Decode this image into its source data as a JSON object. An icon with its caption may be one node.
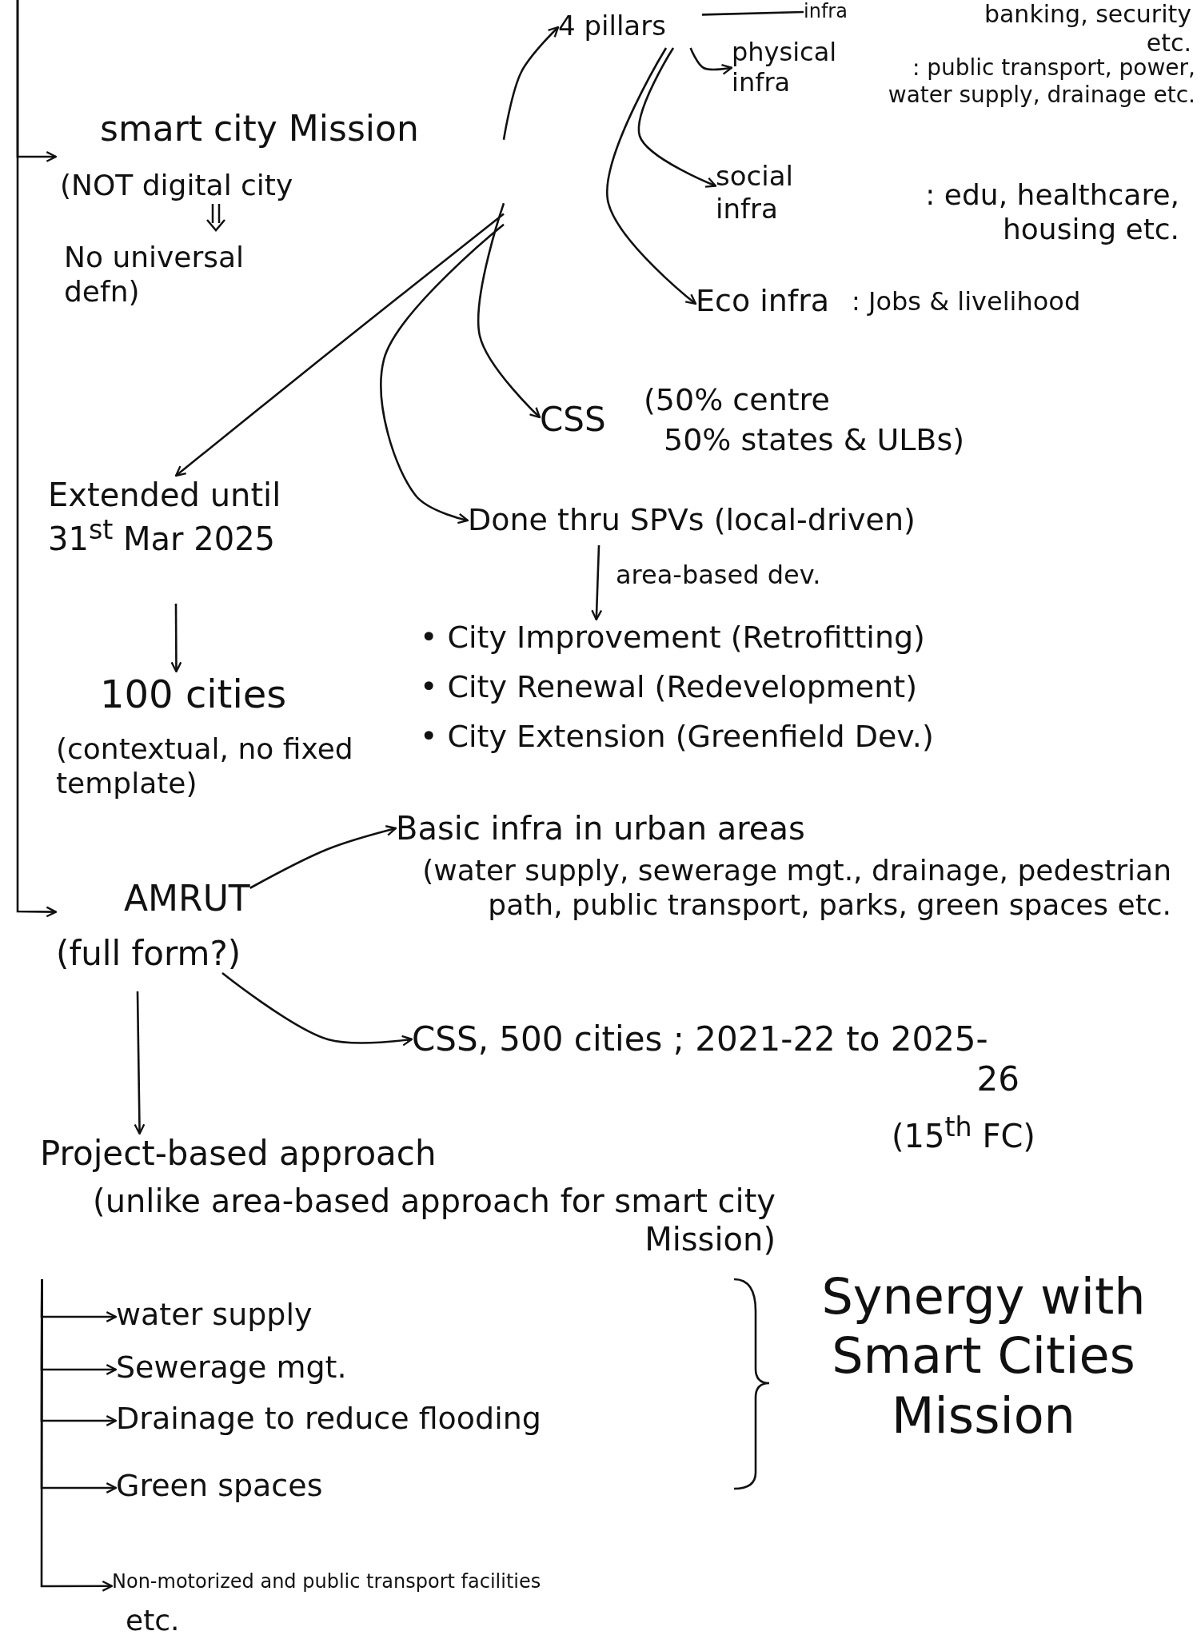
{
  "diagram": {
    "nodes": [
      {
        "text": [
          "smart city Mission",
          "(NOT digital city",
          "No universal defn)"
        ]
      },
      {
        "text": [
          "4 pillars"
        ]
      },
      {
        "text": [
          "infra"
        ]
      },
      {
        "text": [
          "physical infra"
        ],
        "beside": [
          ": public transport, power, water supply, drainage etc."
        ]
      },
      {
        "text": [
          "social infra"
        ],
        "beside": [
          ": edu, healthcare, housing etc."
        ]
      },
      {
        "text": [
          "Eco infra"
        ],
        "beside": [
          ": Jobs & livelihood"
        ]
      },
      {
        "text": [
          "CSS"
        ],
        "beside": [
          "(50% centre",
          "50% states & ULBs)"
        ]
      },
      {
        "text": [
          "Done thru SPVs (local-driven)"
        ]
      },
      {
        "text": [
          "• City Improvement (Retrofitting)",
          "• City Renewal (Redevelopment)",
          "• City Extension (Greenfield Dev.)"
        ]
      },
      {
        "text": [
          "Extended until 31$^{st}$ Mar 2025"
        ]
      },
      {
        "text": [
          "100 cities"
        ],
        "beside": [
          "(contextual, no fixed template)"
        ]
      },
      {
        "text": [
          "AMRUT"
        ],
        "beside": [
          "(full form?)"
        ]
      },
      {
        "text": [
          "Basic infra in urban areas"
        ],
        "beside": [
          "(water supply, sewerage mgt., drainage, pedestrian path, public transport, parks, green spaces etc."
        ]
      },
      {
        "text": [
          "CSS, 500 cities ; 2021-22 to 2025-26"
        ],
        "beside": [
          "(15$^{th}$ FC)"
        ]
      },
      {
        "text": [
          "Project-based approach"
        ],
        "beside": [
          "(unlike area-based approach for smart city Mission)"
        ]
      },
      {
        "text": [
          "water supply"
        ]
      },
      {
        "text": [
          "Sewerage mgt."
        ]
      },
      {
        "text": [
          "Drainage to reduce flooding"
        ]
      },
      {
        "text": [
          "Green spaces"
        ]
      },
      {
        "text": [
          "Non-motorized and public transport facilities"
        ],
        "beside": [
          "etc."
        ]
      },
      {
        "text": [
          "Synergy with Smart Cities Mission"
        ]
      }
    ],
    "edges": [
      {
        "from": 0,
        "to": 1,
        "arrow": "to"
      },
      {
        "from": 1,
        "to": 2,
        "arrow": "none"
      },
      {
        "from": 1,
        "to": 3,
        "arrow": "to"
      },
      {
        "from": 1,
        "to": 4,
        "arrow": "to"
      },
      {
        "from": 1,
        "to": 5,
        "arrow": "to"
      },
      {
        "from": 0,
        "to": 6,
        "arrow": "to"
      },
      {
        "from": 0,
        "to": 7,
        "arrow": "to"
      },
      {
        "from": 0,
        "to": 9,
        "arrow": "to"
      },
      {
        "from": 7,
        "to": 8,
        "arrow": "to",
        "label": "area-based dev."
      },
      {
        "from": 9,
        "to": 10,
        "arrow": "to"
      },
      {
        "from": null,
        "to": 0,
        "arrow": "to"
      },
      {
        "from": null,
        "to": 11,
        "arrow": "to"
      },
      {
        "from": 11,
        "to": 12,
        "arrow": "to"
      },
      {
        "from": 11,
        "to": 13,
        "arrow": "to"
      },
      {
        "from": 11,
        "to": 14,
        "arrow": "to"
      },
      {
        "from": 14,
        "to": 15,
        "arrow": "to"
      },
      {
        "from": 14,
        "to": 16,
        "arrow": "to"
      },
      {
        "from": 14,
        "to": 17,
        "arrow": "to"
      },
      {
        "from": 14,
        "to": 18,
        "arrow": "to"
      },
      {
        "from": 14,
        "to": 19,
        "arrow": "to"
      }
    ],
    "labels": [
      "banking, security etc."
    ]
  }
}
